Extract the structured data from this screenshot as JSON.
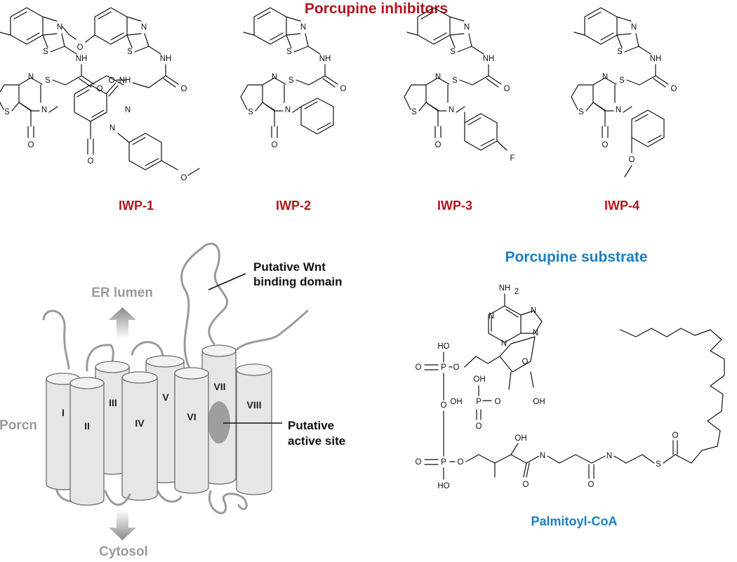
{
  "inhibitors": {
    "title": "Porcupine inhibitors",
    "compounds": [
      {
        "label": "IWP-1"
      },
      {
        "label": "IWP-2"
      },
      {
        "label": "IWP-3"
      },
      {
        "label": "IWP-4"
      }
    ]
  },
  "membrane": {
    "er_label": "ER lumen",
    "cytosol_label": "Cytosol",
    "protein_label": "Porcn",
    "wnt_domain_line1": "Putative Wnt",
    "wnt_domain_line2": "binding domain",
    "active_site_line1": "Putative",
    "active_site_line2": "active site",
    "helices": [
      "I",
      "II",
      "III",
      "IV",
      "V",
      "VI",
      "VII",
      "VIII"
    ]
  },
  "substrate": {
    "title": "Porcupine substrate",
    "name": "Palmitoyl-CoA"
  },
  "atoms": {
    "N": "N",
    "S": "S",
    "O": "O",
    "NH": "NH",
    "F": "F",
    "NH2": "NH",
    "two": "2",
    "P": "P",
    "HO": "HO",
    "OH": "OH"
  },
  "colors": {
    "inhibitor_red": "#b3141c",
    "substrate_blue": "#1a7fc4",
    "membrane_grey": "#9a9a9a",
    "active_site": "#9e9e9e"
  }
}
